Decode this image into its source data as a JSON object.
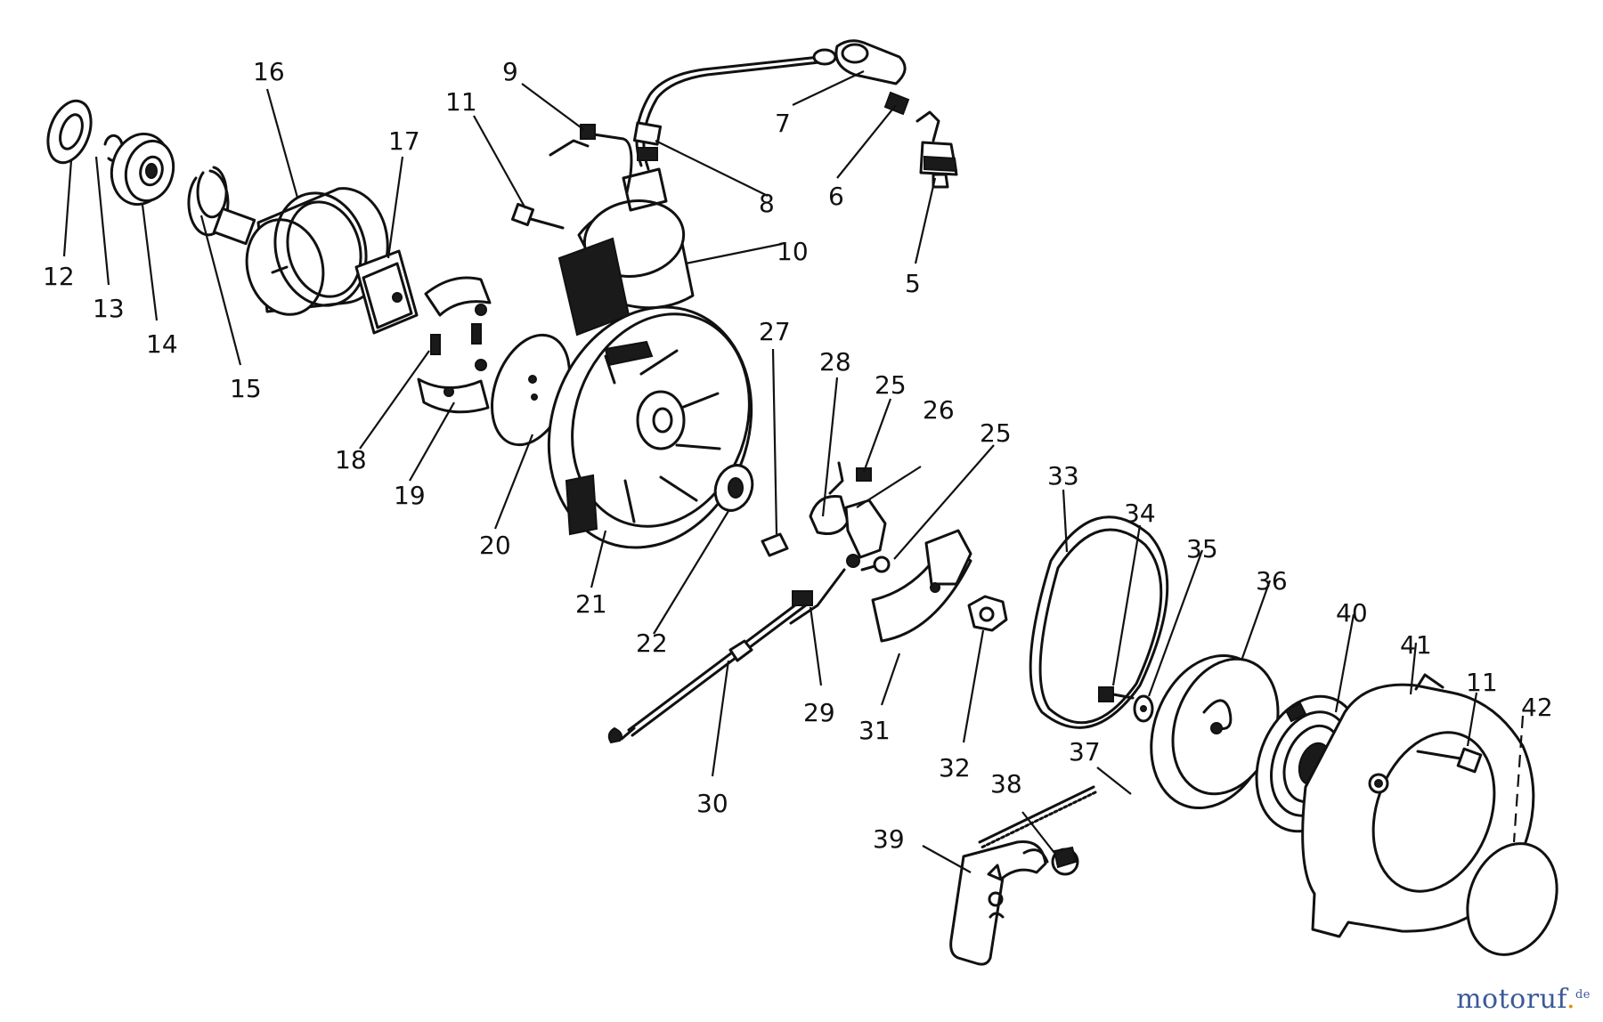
{
  "diagram": {
    "part_numbers": [
      "12",
      "13",
      "14",
      "15",
      "16",
      "17",
      "11",
      "9",
      "7",
      "8",
      "6",
      "5",
      "10",
      "27",
      "28",
      "25",
      "26",
      "25",
      "18",
      "19",
      "20",
      "21",
      "22",
      "33",
      "34",
      "35",
      "36",
      "40",
      "41",
      "11",
      "42",
      "29",
      "31",
      "32",
      "30",
      "37",
      "38",
      "39"
    ]
  },
  "watermark": {
    "name": "motoruf",
    "tld": "de"
  }
}
